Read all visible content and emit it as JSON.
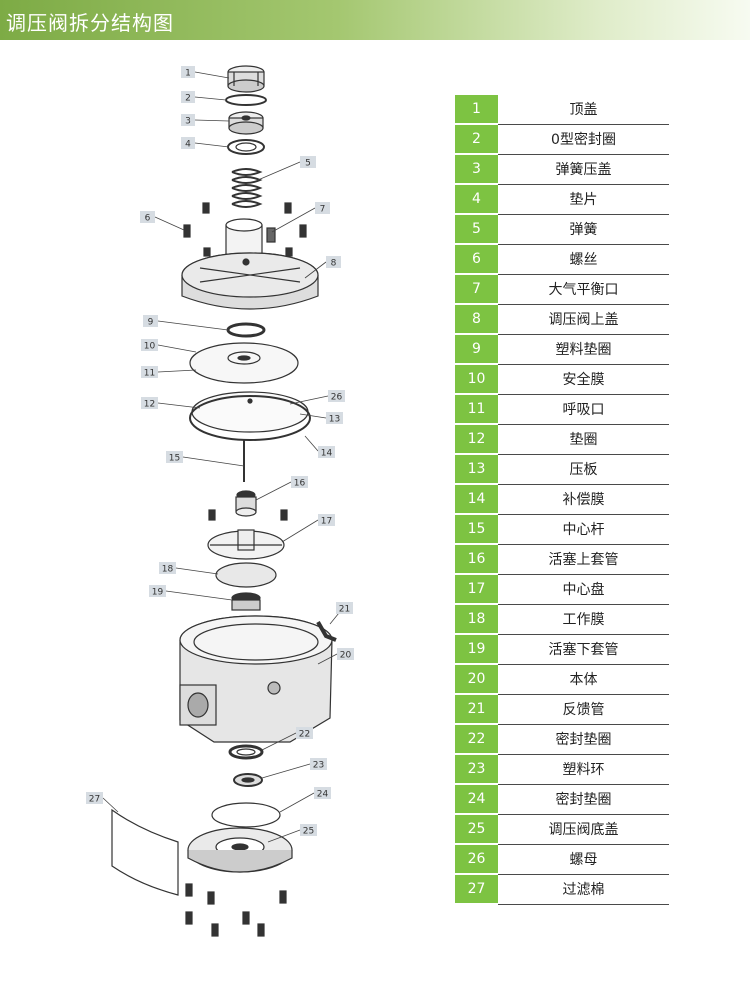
{
  "header": {
    "title": "调压阀拆分结构图"
  },
  "colors": {
    "accent": "#7dc342",
    "title_green": "#7dab45"
  },
  "callout_numbers": [
    "1",
    "2",
    "3",
    "4",
    "5",
    "6",
    "7",
    "8",
    "9",
    "10",
    "11",
    "12",
    "13",
    "14",
    "15",
    "16",
    "17",
    "18",
    "19",
    "20",
    "21",
    "22",
    "23",
    "24",
    "25",
    "26",
    "27"
  ],
  "parts": [
    {
      "num": "1",
      "name": "顶盖"
    },
    {
      "num": "2",
      "name": "0型密封圈"
    },
    {
      "num": "3",
      "name": "弹簧压盖"
    },
    {
      "num": "4",
      "name": "垫片"
    },
    {
      "num": "5",
      "name": "弹簧"
    },
    {
      "num": "6",
      "name": "螺丝"
    },
    {
      "num": "7",
      "name": "大气平衡口"
    },
    {
      "num": "8",
      "name": "调压阀上盖"
    },
    {
      "num": "9",
      "name": "塑料垫圈"
    },
    {
      "num": "10",
      "name": "安全膜"
    },
    {
      "num": "11",
      "name": "呼吸口"
    },
    {
      "num": "12",
      "name": "垫圈"
    },
    {
      "num": "13",
      "name": "压板"
    },
    {
      "num": "14",
      "name": "补偿膜"
    },
    {
      "num": "15",
      "name": "中心杆"
    },
    {
      "num": "16",
      "name": "活塞上套管"
    },
    {
      "num": "17",
      "name": "中心盘"
    },
    {
      "num": "18",
      "name": "工作膜"
    },
    {
      "num": "19",
      "name": "活塞下套管"
    },
    {
      "num": "20",
      "name": "本体"
    },
    {
      "num": "21",
      "name": "反馈管"
    },
    {
      "num": "22",
      "name": "密封垫圈"
    },
    {
      "num": "23",
      "name": "塑料环"
    },
    {
      "num": "24",
      "name": "密封垫圈"
    },
    {
      "num": "25",
      "name": "调压阀底盖"
    },
    {
      "num": "26",
      "name": "螺母"
    },
    {
      "num": "27",
      "name": "过滤棉"
    }
  ]
}
